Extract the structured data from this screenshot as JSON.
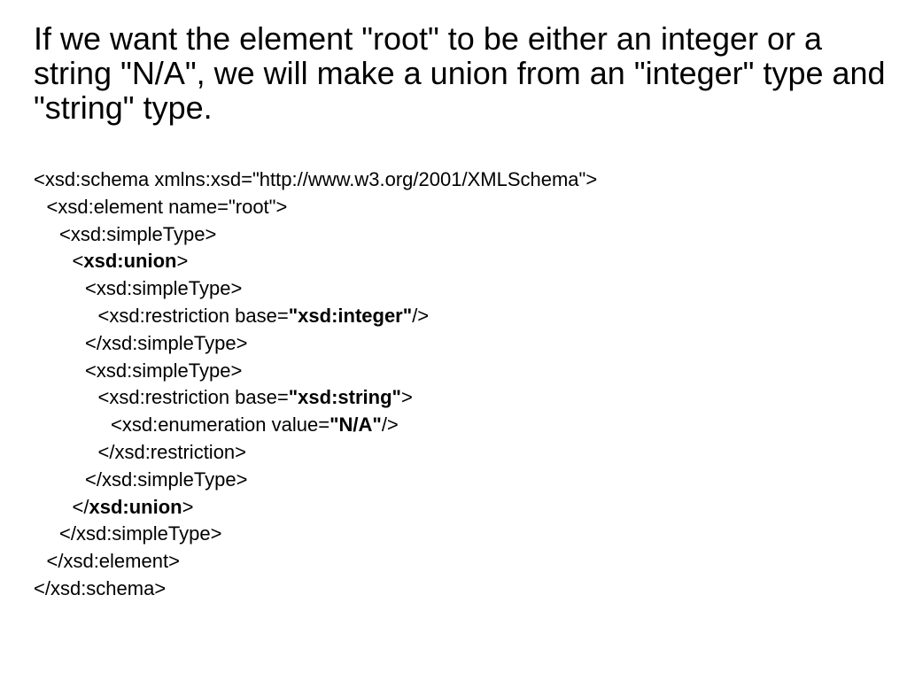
{
  "intro_text": "If we want the element \"root\" to be either an integer or a string \"N/A\", we will make a union from an \"integer\" type and \"string\" type.",
  "code_lines": [
    {
      "indent": 0,
      "parts": [
        {
          "text": "<xsd:schema xmlns:xsd=\"http://www.w3.org/2001/XMLSchema\">",
          "bold": false
        }
      ]
    },
    {
      "indent": 1,
      "parts": [
        {
          "text": "<xsd:element name=\"root\">",
          "bold": false
        }
      ]
    },
    {
      "indent": 2,
      "parts": [
        {
          "text": "<xsd:simpleType>",
          "bold": false
        }
      ]
    },
    {
      "indent": 3,
      "parts": [
        {
          "text": "<",
          "bold": false
        },
        {
          "text": "xsd:union",
          "bold": true
        },
        {
          "text": ">",
          "bold": false
        }
      ]
    },
    {
      "indent": 4,
      "parts": [
        {
          "text": "<xsd:simpleType>",
          "bold": false
        }
      ]
    },
    {
      "indent": 5,
      "parts": [
        {
          "text": "<xsd:restriction base=",
          "bold": false
        },
        {
          "text": "\"xsd:integer\"",
          "bold": true
        },
        {
          "text": "/>",
          "bold": false
        }
      ]
    },
    {
      "indent": 4,
      "parts": [
        {
          "text": "</xsd:simpleType>",
          "bold": false
        }
      ]
    },
    {
      "indent": 4,
      "parts": [
        {
          "text": "<xsd:simpleType>",
          "bold": false
        }
      ]
    },
    {
      "indent": 5,
      "parts": [
        {
          "text": "<xsd:restriction base=",
          "bold": false
        },
        {
          "text": "\"xsd:string\"",
          "bold": true
        },
        {
          "text": ">",
          "bold": false
        }
      ]
    },
    {
      "indent": 6,
      "parts": [
        {
          "text": "<xsd:enumeration value=",
          "bold": false
        },
        {
          "text": "\"N/A\"",
          "bold": true
        },
        {
          "text": "/>",
          "bold": false
        }
      ]
    },
    {
      "indent": 5,
      "parts": [
        {
          "text": "</xsd:restriction>",
          "bold": false
        }
      ]
    },
    {
      "indent": 4,
      "parts": [
        {
          "text": "</xsd:simpleType>",
          "bold": false
        }
      ]
    },
    {
      "indent": 3,
      "parts": [
        {
          "text": "</",
          "bold": false
        },
        {
          "text": "xsd:union",
          "bold": true
        },
        {
          "text": ">",
          "bold": false
        }
      ]
    },
    {
      "indent": 2,
      "parts": [
        {
          "text": "</xsd:simpleType>",
          "bold": false
        }
      ]
    },
    {
      "indent": 1,
      "parts": [
        {
          "text": "</xsd:element>",
          "bold": false
        }
      ]
    },
    {
      "indent": 0,
      "parts": [
        {
          "text": "</xsd:schema>",
          "bold": false
        }
      ]
    }
  ]
}
